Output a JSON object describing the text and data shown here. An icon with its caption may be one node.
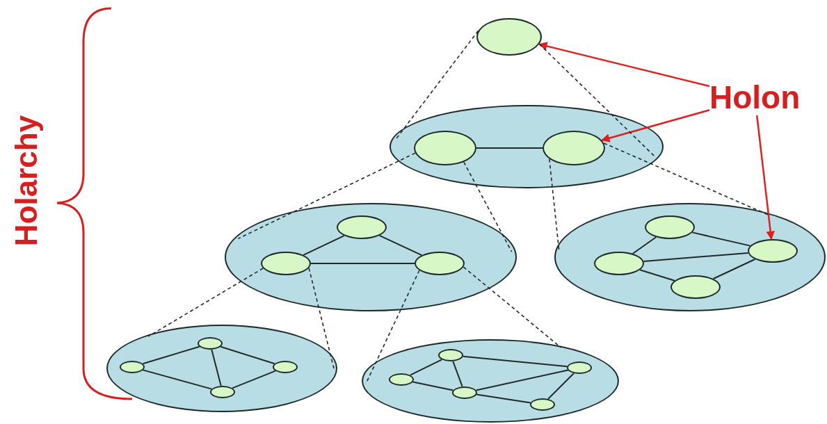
{
  "diagram": {
    "nodes": [
      {
        "text": [],
        "shape": "ellipse"
      },
      {
        "text": [],
        "shape": "ellipse"
      },
      {
        "text": [],
        "shape": "ellipse",
        "in": 1
      },
      {
        "text": [],
        "shape": "ellipse",
        "in": 1
      },
      {
        "text": [],
        "shape": "ellipse"
      },
      {
        "text": [],
        "shape": "ellipse",
        "in": 4
      },
      {
        "text": [],
        "shape": "ellipse",
        "in": 4
      },
      {
        "text": [],
        "shape": "ellipse",
        "in": 4
      },
      {
        "text": [],
        "shape": "ellipse"
      },
      {
        "text": [],
        "shape": "ellipse",
        "in": 8
      },
      {
        "text": [],
        "shape": "ellipse",
        "in": 8
      },
      {
        "text": [],
        "shape": "ellipse",
        "in": 8
      },
      {
        "text": [],
        "shape": "ellipse",
        "in": 8
      },
      {
        "text": [],
        "shape": "ellipse"
      },
      {
        "text": [],
        "shape": "ellipse",
        "in": 13
      },
      {
        "text": [],
        "shape": "ellipse",
        "in": 13
      },
      {
        "text": [],
        "shape": "ellipse",
        "in": 13
      },
      {
        "text": [],
        "shape": "ellipse",
        "in": 13
      },
      {
        "text": [],
        "shape": "ellipse"
      },
      {
        "text": [],
        "shape": "ellipse",
        "in": 18
      },
      {
        "text": [],
        "shape": "ellipse",
        "in": 18
      },
      {
        "text": [],
        "shape": "ellipse",
        "in": 18
      },
      {
        "text": [],
        "shape": "ellipse",
        "in": 18
      },
      {
        "text": [],
        "shape": "ellipse",
        "in": 18
      },
      {
        "text": [
          "Holon"
        ]
      }
    ],
    "edges": [
      {
        "from": 24,
        "to": 0,
        "arrow": "to",
        "color": "#e02020"
      },
      {
        "from": 24,
        "to": 3,
        "arrow": "to",
        "color": "#e02020"
      },
      {
        "from": 24,
        "to": 11,
        "arrow": "to",
        "color": "#e02020"
      },
      {
        "from": 2,
        "to": 3,
        "arrow": "none"
      },
      {
        "from": 5,
        "to": 6,
        "arrow": "none"
      },
      {
        "from": 5,
        "to": 7,
        "arrow": "none"
      },
      {
        "from": 6,
        "to": 7,
        "arrow": "none"
      },
      {
        "from": 9,
        "to": 10,
        "arrow": "none"
      },
      {
        "from": 9,
        "to": 11,
        "arrow": "none"
      },
      {
        "from": 10,
        "to": 11,
        "arrow": "none"
      },
      {
        "from": 10,
        "to": 12,
        "arrow": "none"
      },
      {
        "from": 12,
        "to": 11,
        "arrow": "none"
      },
      {
        "from": 14,
        "to": 15,
        "arrow": "none"
      },
      {
        "from": 14,
        "to": 16,
        "arrow": "none"
      },
      {
        "from": 14,
        "to": 17,
        "arrow": "none"
      },
      {
        "from": 15,
        "to": 17,
        "arrow": "none"
      },
      {
        "from": 17,
        "to": 16,
        "arrow": "none"
      },
      {
        "from": 19,
        "to": 20,
        "arrow": "none"
      },
      {
        "from": 19,
        "to": 21,
        "arrow": "none"
      },
      {
        "from": 19,
        "to": 22,
        "arrow": "none"
      },
      {
        "from": 20,
        "to": 21,
        "arrow": "none"
      },
      {
        "from": 21,
        "to": 22,
        "arrow": "none"
      },
      {
        "from": 21,
        "to": 23,
        "arrow": "none"
      },
      {
        "from": 23,
        "to": 22,
        "arrow": "none"
      },
      {
        "from": 0,
        "to": 1,
        "arrow": "none",
        "style": "dashed"
      },
      {
        "from": 0,
        "to": 1,
        "arrow": "none",
        "style": "dashed"
      },
      {
        "from": 2,
        "to": 4,
        "arrow": "none",
        "style": "dashed"
      },
      {
        "from": 2,
        "to": 4,
        "arrow": "none",
        "style": "dashed"
      },
      {
        "from": 3,
        "to": 8,
        "arrow": "none",
        "style": "dashed"
      },
      {
        "from": 3,
        "to": 8,
        "arrow": "none",
        "style": "dashed"
      },
      {
        "from": 6,
        "to": 13,
        "arrow": "none",
        "style": "dashed"
      },
      {
        "from": 6,
        "to": 13,
        "arrow": "none",
        "style": "dashed"
      },
      {
        "from": 7,
        "to": 18,
        "arrow": "none",
        "style": "dashed"
      },
      {
        "from": 7,
        "to": 18,
        "arrow": "none",
        "style": "dashed"
      }
    ],
    "labels": [
      "Holarchy"
    ]
  }
}
